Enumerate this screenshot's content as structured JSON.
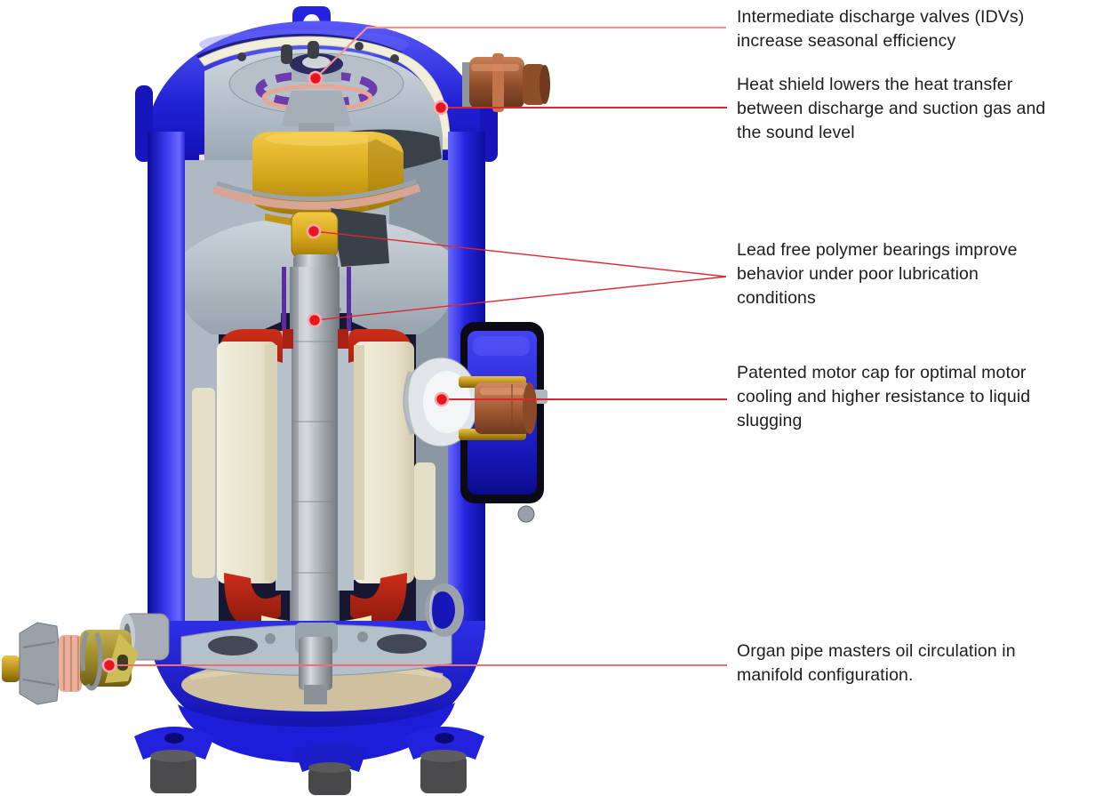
{
  "annotations": [
    {
      "id": "idv",
      "lines": [
        "Intermediate discharge valves (IDVs)",
        "increase seasonal efficiency"
      ]
    },
    {
      "id": "heat-shield",
      "lines": [
        "Heat shield lowers the heat transfer",
        "between discharge and suction gas and",
        "the sound level"
      ]
    },
    {
      "id": "bearings",
      "lines": [
        "Lead free polymer bearings improve",
        "behavior under poor lubrication",
        "conditions"
      ]
    },
    {
      "id": "motor-cap",
      "lines": [
        "Patented motor cap for optimal motor",
        "cooling and higher resistance to liquid",
        "slugging"
      ]
    },
    {
      "id": "organ-pipe",
      "lines": [
        "Organ pipe masters oil circulation in",
        "manifold configuration."
      ]
    }
  ],
  "colors": {
    "leader_red": "#e2242f",
    "leader_pink": "#f2929b",
    "leader_mid": "#ee6e76",
    "dot_red": "#e8151f",
    "dot_halo": "#f7abb0",
    "shell_blue": "#1b1bd0",
    "scroll_gold": "#d5a518",
    "winding_red": "#c22b18",
    "winding_ivory": "#ece7d2",
    "copper": "#a05832",
    "brass": "#c0991f",
    "oil_tan": "#cfc1a0",
    "text": "#1d1d1b"
  }
}
